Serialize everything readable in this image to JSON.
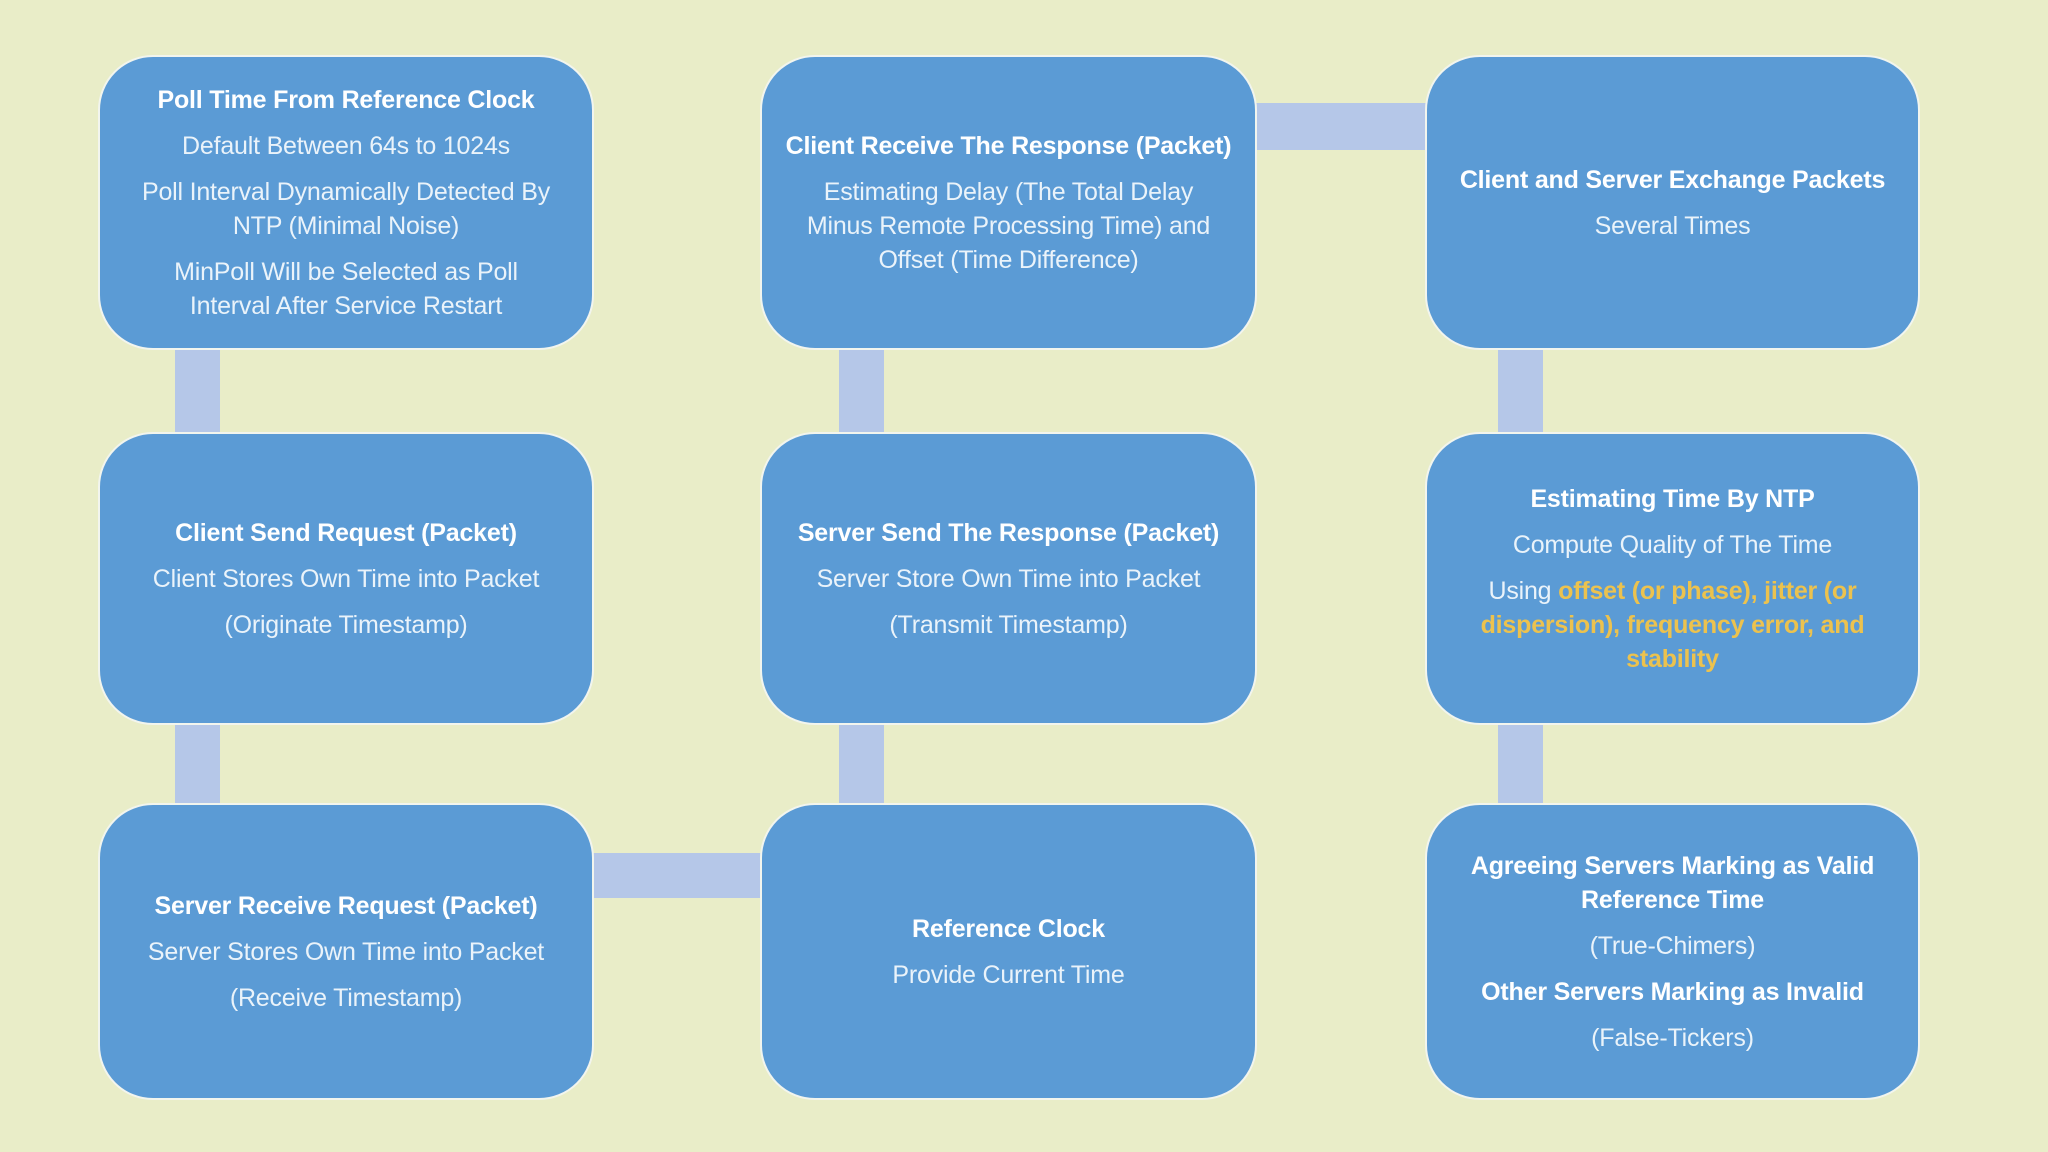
{
  "colors": {
    "background": "#e9edc8",
    "box_fill": "#5b9bd5",
    "box_border": "#f2f5ee",
    "connector": "#b5c7e8",
    "text_title": "#ffffff",
    "text_body": "#eaf3fa",
    "text_highlight": "#ecc24e"
  },
  "diagram_subject": "NTP time synchronization flow",
  "boxes": [
    {
      "id": "poll-time",
      "title": "Poll Time From Reference Clock",
      "paragraphs": [
        "Default Between 64s to 1024s",
        "Poll Interval Dynamically Detected By\nNTP (Minimal Noise)",
        "MinPoll Will be Selected as Poll\nInterval After Service Restart"
      ]
    },
    {
      "id": "client-receive-response",
      "title": "Client Receive The Response (Packet)",
      "paragraphs": [
        "Estimating Delay (The Total Delay\nMinus Remote Processing Time) and\nOffset (Time Difference)"
      ]
    },
    {
      "id": "client-server-exchange",
      "title": "Client and Server Exchange Packets",
      "paragraphs": [
        "Several Times"
      ]
    },
    {
      "id": "client-send-request",
      "title": "Client Send Request (Packet)",
      "paragraphs": [
        "Client Stores Own Time into Packet",
        "(Originate Timestamp)"
      ]
    },
    {
      "id": "server-send-response",
      "title": "Server Send The Response (Packet)",
      "paragraphs": [
        "Server Store Own Time into Packet",
        "(Transmit Timestamp)"
      ]
    },
    {
      "id": "estimating-time",
      "title": "Estimating Time By NTP",
      "paragraphs": [
        "Compute Quality of The Time"
      ],
      "mixed": {
        "prefix": "Using ",
        "highlight": "offset (or phase), jitter (or\ndispersion), frequency error, and\nstability"
      }
    },
    {
      "id": "server-receive-request",
      "title": "Server Receive Request (Packet)",
      "paragraphs": [
        "Server Stores Own Time into Packet",
        "(Receive Timestamp)"
      ]
    },
    {
      "id": "reference-clock",
      "title": "Reference Clock",
      "paragraphs": [
        "Provide Current Time"
      ]
    },
    {
      "id": "agreeing-servers",
      "title": "Agreeing Servers Marking as Valid\nReference Time",
      "paragraphs": [
        "(True-Chimers)"
      ],
      "title2": "Other Servers Marking as Invalid",
      "paragraphs2": [
        "(False-Tickers)"
      ]
    }
  ],
  "edges": [
    "poll-time -> client-send-request",
    "client-send-request -> server-receive-request",
    "server-receive-request -> reference-clock",
    "reference-clock -> server-send-response",
    "server-send-response -> client-receive-response",
    "client-receive-response -> client-server-exchange",
    "client-server-exchange -> estimating-time",
    "estimating-time -> agreeing-servers"
  ]
}
